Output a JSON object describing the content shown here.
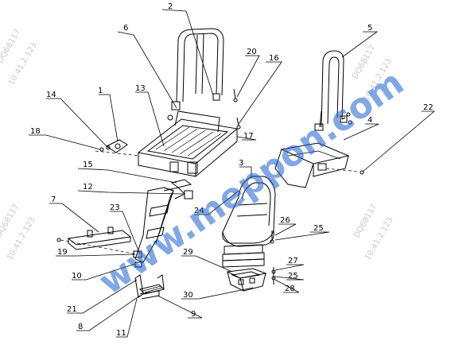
{
  "diagram": {
    "callouts": [
      "1",
      "2",
      "3",
      "4",
      "5",
      "6",
      "7",
      "8",
      "9",
      "10",
      "11",
      "12",
      "13",
      "14",
      "15",
      "16",
      "17",
      "18",
      "19",
      "20",
      "21",
      "22",
      "23",
      "24",
      "25",
      "25",
      "26",
      "27",
      "28",
      "29",
      "30"
    ],
    "watermark": "www.meppon.com",
    "faint_marks": [
      "DQ68117",
      "10.41.2.123",
      "DQ68117",
      "10.41.2.123",
      "DQ68117",
      "10.41.2.123",
      "DQ68117",
      "10.41.2.123"
    ]
  }
}
